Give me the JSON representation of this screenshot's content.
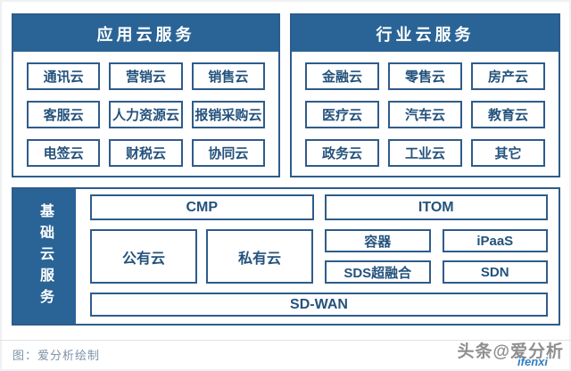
{
  "colors": {
    "blue": "#2a6496",
    "border": "#2e5c8a",
    "navy": "#24527c",
    "caption": "#7e93a8",
    "watermark_gray": "#8f8f8f",
    "watermark_blue": "#2f7fc1"
  },
  "panels": {
    "app": {
      "title": "应用云服务",
      "items": [
        "通讯云",
        "营销云",
        "销售云",
        "客服云",
        "人力资源云",
        "报销采购云",
        "电签云",
        "财税云",
        "协同云"
      ]
    },
    "industry": {
      "title": "行业云服务",
      "items": [
        "金融云",
        "零售云",
        "房产云",
        "医疗云",
        "汽车云",
        "教育云",
        "政务云",
        "工业云",
        "其它"
      ]
    },
    "base": {
      "title": "基础云服务",
      "cmp": "CMP",
      "itom": "ITOM",
      "public_cloud": "公有云",
      "private_cloud": "私有云",
      "container": "容器",
      "ipaas": "iPaaS",
      "sds": "SDS超融合",
      "sdn": "SDN",
      "sdwan": "SD-WAN"
    }
  },
  "footer": {
    "caption": "图：爱分析绘制",
    "watermark": "头条@爱分析",
    "watermark_sub": "ifenxi"
  }
}
